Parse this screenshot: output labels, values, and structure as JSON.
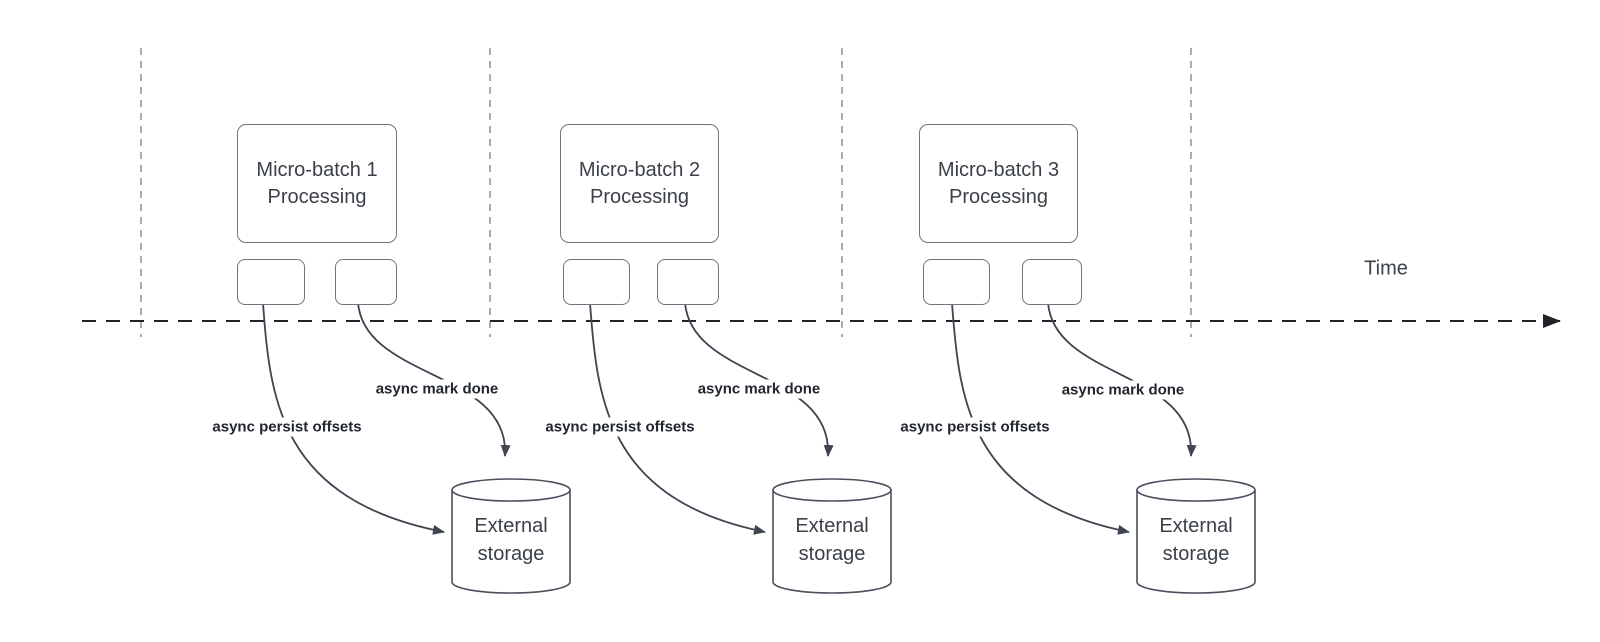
{
  "colors": {
    "background": "#ffffff",
    "box_border": "#70757e",
    "curve_stroke": "#3e4450",
    "timeline_stroke": "#202329",
    "guide_stroke": "#a9adb2",
    "text_primary": "#3b404a",
    "label_text": "#22262e"
  },
  "timeline": {
    "label": "Time"
  },
  "groups": [
    {
      "title": "Micro-batch 1",
      "subtitle": "Processing",
      "persist_label": "async persist offsets",
      "done_label": "async mark done",
      "storage_line1": "External",
      "storage_line2": "storage"
    },
    {
      "title": "Micro-batch 2",
      "subtitle": "Processing",
      "persist_label": "async persist offsets",
      "done_label": "async mark done",
      "storage_line1": "External",
      "storage_line2": "storage"
    },
    {
      "title": "Micro-batch 3",
      "subtitle": "Processing",
      "persist_label": "async persist offsets",
      "done_label": "async mark done",
      "storage_line1": "External",
      "storage_line2": "storage"
    }
  ]
}
